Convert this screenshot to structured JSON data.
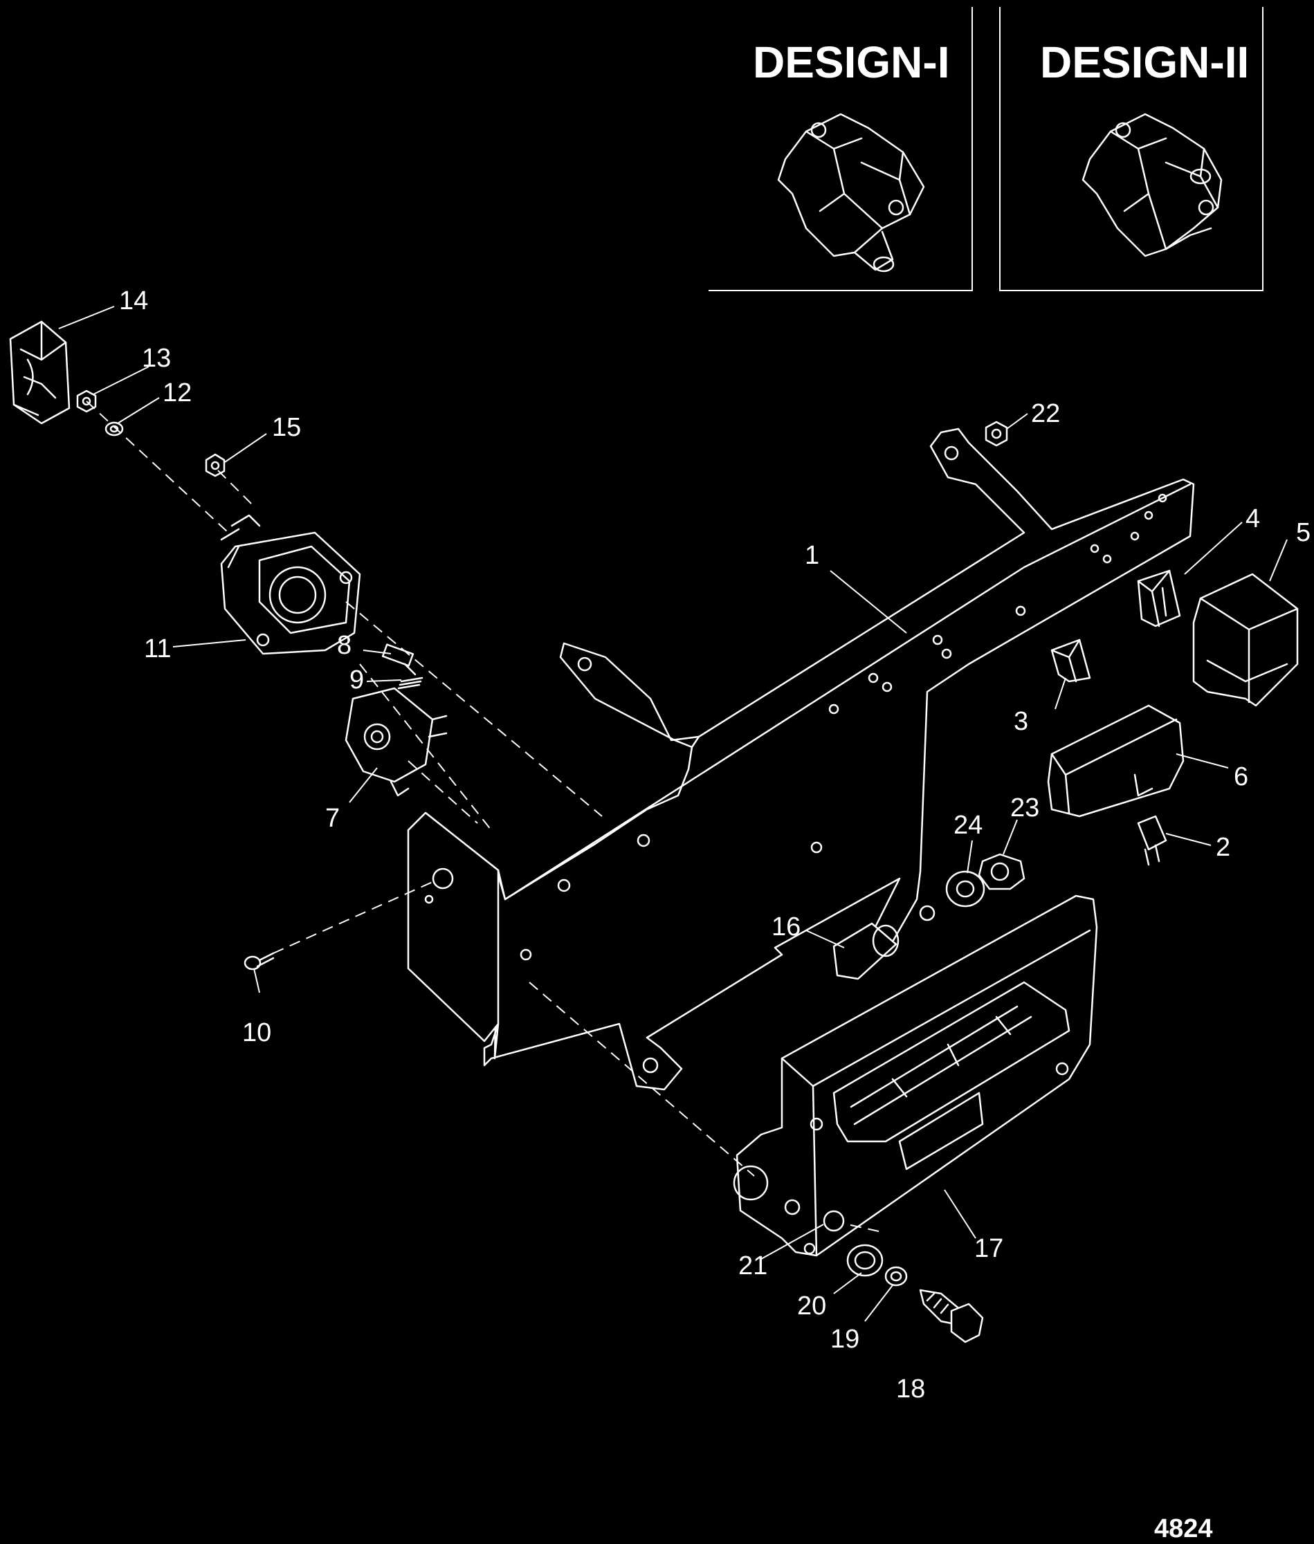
{
  "designs": [
    {
      "label": "DESIGN-I"
    },
    {
      "label": "DESIGN-II"
    }
  ],
  "figure_number": "4824",
  "callouts": [
    "1",
    "2",
    "3",
    "4",
    "5",
    "6",
    "7",
    "8",
    "9",
    "10",
    "11",
    "12",
    "13",
    "14",
    "15",
    "16",
    "17",
    "18",
    "19",
    "20",
    "21",
    "22",
    "23",
    "24"
  ]
}
